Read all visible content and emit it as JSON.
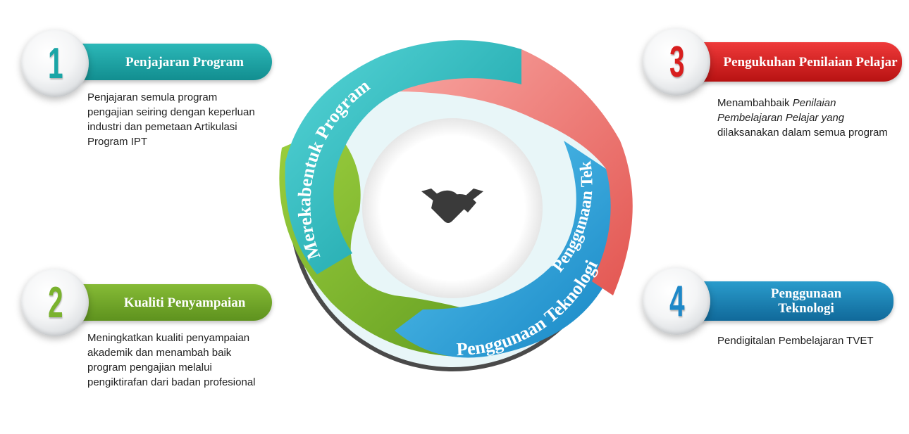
{
  "items": [
    {
      "number": "1",
      "title": "Penjajaran Program",
      "color": "#1aa5a6",
      "desc": "Penjajaran semula program pengajian seiring dengan keperluan industri dan pemetaan Artikulasi Program IPT"
    },
    {
      "number": "2",
      "title": "Kualiti Penyampaian",
      "color": "#6fa02a",
      "desc": "Meningkatkan kualiti penyampaian akademik dan menambah baik program pengajian melalui pengiktirafan dari badan profesional"
    },
    {
      "number": "3",
      "title": "Pengukuhan Penilaian Pelajar",
      "color": "#d81f1f",
      "desc_plain_1": "Menambahbaik ",
      "desc_italic": "Penilaian Pembelajaran Pelajar yang",
      "desc_plain_2": " dilaksanakan dalam semua program"
    },
    {
      "number": "4",
      "title": "Penggunaan Teknologi",
      "color": "#1e7fb0",
      "desc": "Pendigitalan Pembelajaran TVET"
    }
  ],
  "ring": {
    "label_top": "Merekabentuk Program",
    "label_right": "Penggunaan Teknologi",
    "label_bottom": "Penggunaan Teknologi",
    "center_icon": "handshake-icon",
    "colors": {
      "teal": "#1fb5b7",
      "red": "#f06a66",
      "blue": "#1e9fd8",
      "green": "#7ab22e"
    }
  }
}
